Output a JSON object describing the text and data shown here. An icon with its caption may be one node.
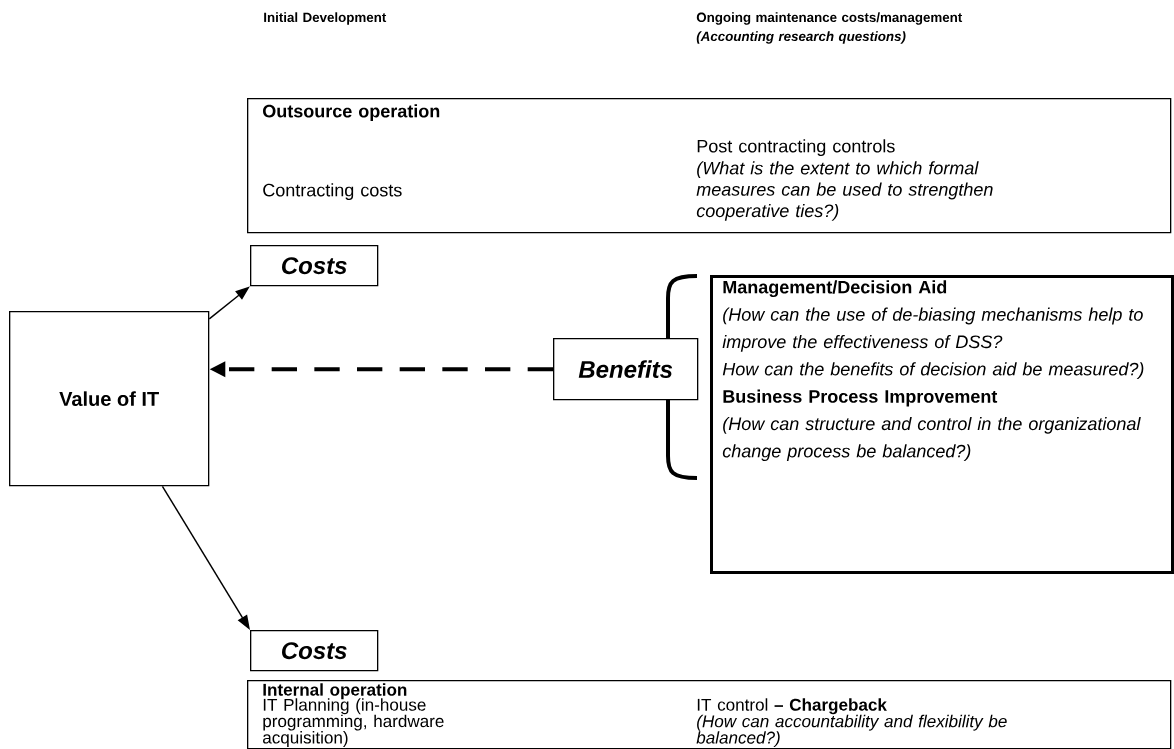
{
  "diagram": {
    "nodes": [
      {
        "text": [
          "Outsource operation",
          "Contracting costs",
          "Post contracting controls",
          "(What is the extent to which formal measures can be used to strengthen cooperative ties?)"
        ]
      },
      {
        "text": [
          "Costs"
        ]
      },
      {
        "text": [
          "Value of IT"
        ]
      },
      {
        "text": [
          "Benefits"
        ]
      },
      {
        "text": [
          "Management/Decision Aid",
          "(How can the use of de-biasing mechanisms help to improve the effectiveness of DSS?",
          "How can the benefits of decision aid be measured?)",
          "Business Process Improvement",
          "(How can structure and control in the organizational change process be balanced?)"
        ]
      },
      {
        "text": [
          "Costs"
        ]
      },
      {
        "text": [
          "Internal operation",
          "IT Planning (in-house programming, hardware acquisition)",
          "IT control **– Chargeback**",
          "(How can accountability and flexibility be balanced?)"
        ]
      }
    ],
    "edges": [
      {
        "from": 2,
        "to": 1,
        "arrow": "to"
      },
      {
        "from": 2,
        "to": 5,
        "arrow": "to"
      },
      {
        "from": 3,
        "to": 2,
        "arrow": "to",
        "style": "dashed"
      }
    ],
    "labels": [
      "Initial Development",
      "Ongoing maintenance costs/management",
      "(Accounting research questions)"
    ]
  }
}
